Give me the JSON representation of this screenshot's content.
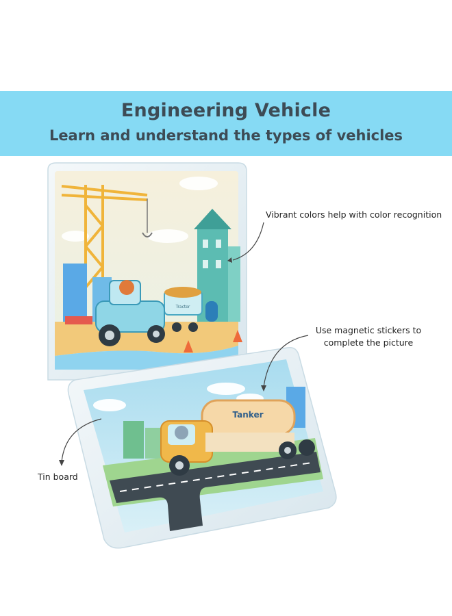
{
  "header": {
    "title": "Engineering Vehicle",
    "subtitle": "Learn and understand the types of vehicles"
  },
  "callouts": {
    "color": "Vibrant colors help with color recognition",
    "stickers_line1": "Use magnetic stickers to",
    "stickers_line2": "complete the picture",
    "tin": "Tin board"
  },
  "scene_labels": {
    "tanker": "Tanker",
    "tractor": "Tractor"
  },
  "colors": {
    "banner": "#86daf4",
    "heading_text": "#3d4b55",
    "sky": "#cfe9f4",
    "tin_frame": "#eaf2f6"
  }
}
